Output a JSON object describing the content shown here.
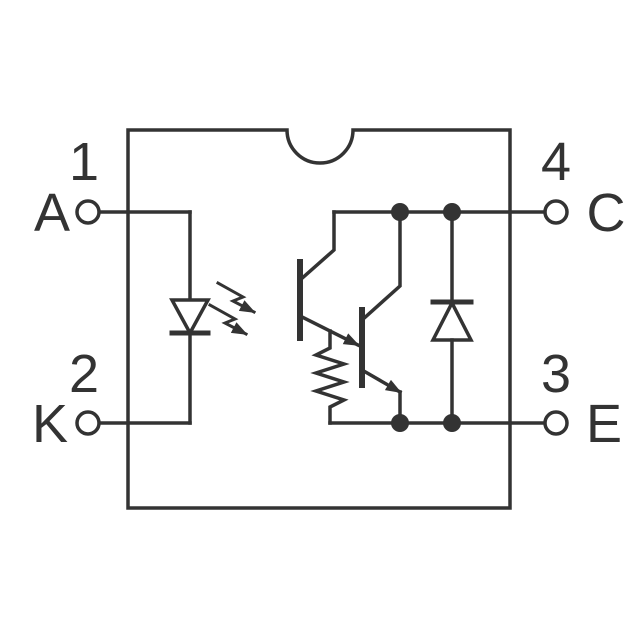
{
  "schematic": {
    "kind": "optocoupler-internal-circuit",
    "line_color": "#333333",
    "background_color": "#ffffff",
    "pins": [
      {
        "number": "1",
        "label": "A",
        "side": "left",
        "position": "top"
      },
      {
        "number": "2",
        "label": "K",
        "side": "left",
        "position": "bottom"
      },
      {
        "number": "4",
        "label": "C",
        "side": "right",
        "position": "top"
      },
      {
        "number": "3",
        "label": "E",
        "side": "right",
        "position": "bottom"
      }
    ],
    "components": [
      "package-outline-with-notch",
      "infrared-led",
      "photon-emission-arrows",
      "darlington-phototransistor-pair",
      "base-emitter-resistor",
      "protection-diode"
    ]
  }
}
